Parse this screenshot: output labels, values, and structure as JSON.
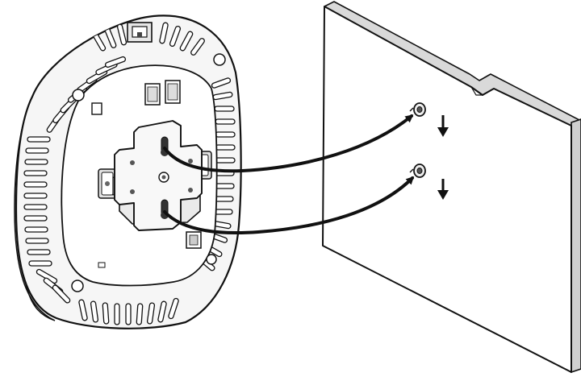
{
  "figure": {
    "background": "#ffffff",
    "line_color": "#111111",
    "light_fill": "#f2f2f2",
    "mid_fill": "#d9d9d9",
    "dark_fill": "#777777",
    "icons": [
      "access-point-device",
      "mounting-bracket",
      "wall-panel",
      "screw-upper",
      "screw-lower",
      "arrow-down-upper",
      "arrow-down-lower",
      "curved-arrow-upper",
      "curved-arrow-lower"
    ]
  }
}
